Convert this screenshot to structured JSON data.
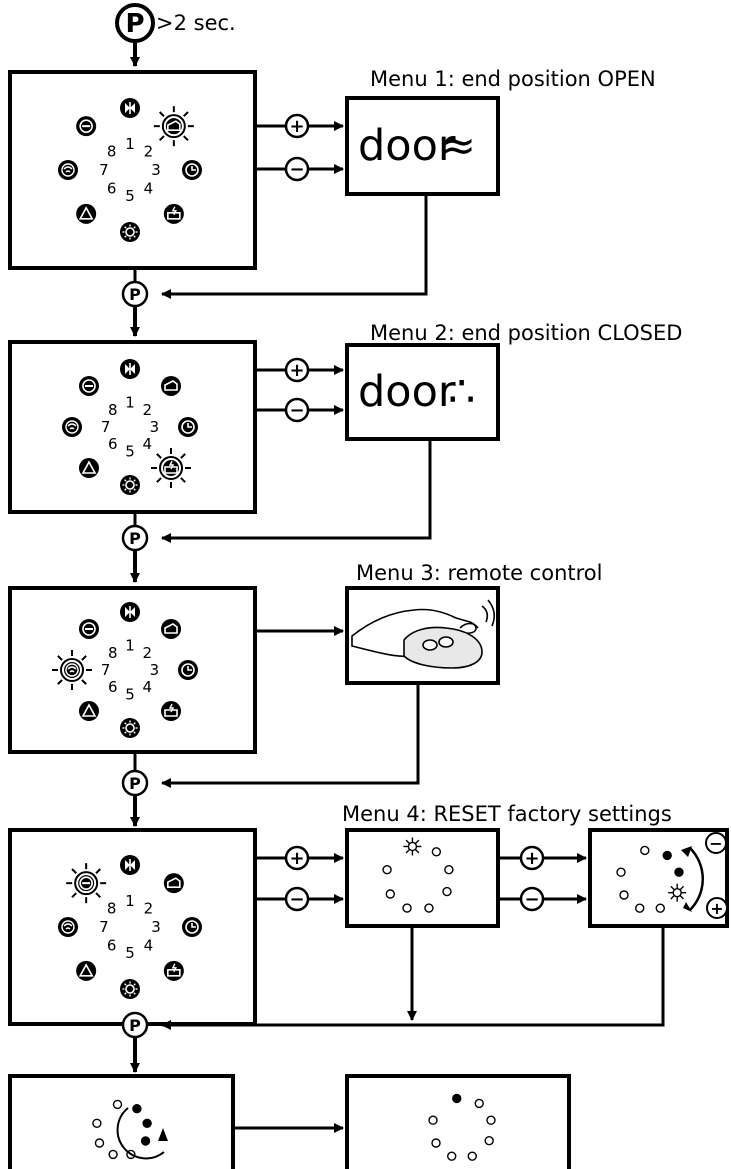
{
  "start": {
    "button": "P",
    "hold_text": ">2 sec."
  },
  "menus": [
    {
      "title": "Menu 1: end position OPEN",
      "display_text": "door",
      "display_symbol": "≈"
    },
    {
      "title": "Menu 2: end position CLOSED",
      "display_text": "door",
      "display_symbol": "∴"
    },
    {
      "title": "Menu 3: remote control"
    },
    {
      "title": "Menu 4: RESET factory settings"
    }
  ],
  "panel_numbers": [
    "1",
    "2",
    "3",
    "4",
    "5",
    "6",
    "7",
    "8"
  ],
  "icons": [
    "open-close-icon",
    "light-icon",
    "timer-icon",
    "force-icon",
    "lamp-icon",
    "safety-icon",
    "remote-icon",
    "minus-icon"
  ],
  "controls": {
    "plus": "+",
    "minus": "−",
    "program": "P"
  }
}
